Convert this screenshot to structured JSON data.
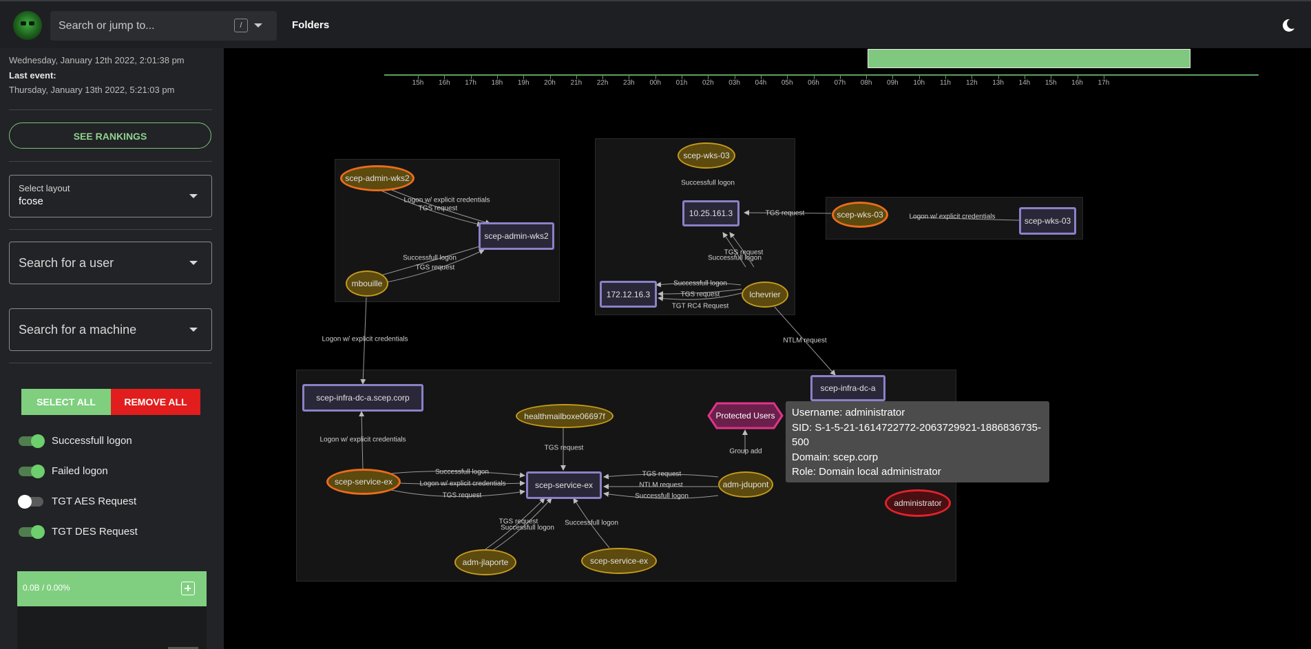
{
  "topbar": {
    "search_placeholder": "Search or jump to...",
    "search_shortcut": "/",
    "folders_label": "Folders"
  },
  "sidebar": {
    "first_event_date": "Wednesday, January 12th 2022, 2:01:38 pm",
    "last_event_label": "Last event:",
    "last_event_date": "Thursday, January 13th 2022, 5:21:03 pm",
    "rankings_button": "SEE RANKINGS",
    "layout": {
      "label": "Select layout",
      "value": "fcose"
    },
    "user_search_placeholder": "Search for a user",
    "machine_search_placeholder": "Search for a machine",
    "select_all": "SELECT ALL",
    "remove_all": "REMOVE ALL",
    "toggles": [
      {
        "label": "Successfull logon",
        "on": true
      },
      {
        "label": "Failed logon",
        "on": true
      },
      {
        "label": "TGT AES Request",
        "on": false
      },
      {
        "label": "TGT DES Request",
        "on": true
      }
    ],
    "usage_text": "0.0B / 0.00%"
  },
  "timeline": {
    "ticks": [
      "15h",
      "16h",
      "17h",
      "18h",
      "19h",
      "20h",
      "21h",
      "22h",
      "23h",
      "00h",
      "01h",
      "02h",
      "03h",
      "04h",
      "05h",
      "06h",
      "07h",
      "08h",
      "09h",
      "10h",
      "11h",
      "12h",
      "13h",
      "14h",
      "15h",
      "16h",
      "17h"
    ],
    "selection_start": 0.552,
    "selection_end": 0.924
  },
  "graph": {
    "nodes": {
      "n_admin_wks2_src": "scep-admin-wks2",
      "n_admin_wks2_dst": "scep-admin-wks2",
      "n_mbouille": "mbouille",
      "n_wks03_top": "scep-wks-03",
      "n_ip1": "10.25.161.3",
      "n_wks03_mid": "scep-wks-03",
      "n_wks03_right": "scep-wks-03",
      "n_ip2": "172.12.16.3",
      "n_lchevrier": "lchevrier",
      "n_infra_dc_full": "scep-infra-dc-a.scep.corp",
      "n_infra_dc": "scep-infra-dc-a",
      "n_healthmailbox": "healthmailboxe06697f",
      "n_protected": "Protected Users",
      "n_service_ex_src": "scep-service-ex",
      "n_service_ex_dst": "scep-service-ex",
      "n_adm_jdupont": "adm-jdupont",
      "n_administrator": "administrator",
      "n_adm_jlaporte": "adm-jlaporte",
      "n_service_ex_bottom": "scep-service-ex"
    },
    "edges": {
      "e1": "Logon w/ explicit credentials",
      "e2": "TGS request",
      "e3": "Successfull logon",
      "e4": "TGS request",
      "e5": "Logon w/ explicit credentials",
      "e6": "Successfull logon",
      "e7": "TGS request",
      "e8": "Logon w/ explicit credentials",
      "e9": "TGS request",
      "e10": "Successfull logon",
      "e11": "Successfull logon",
      "e12": "TGS request",
      "e13": "TGT RC4 Request",
      "e14": "NTLM request",
      "e15": "Logon w/ explicit credentials",
      "e16": "TGS request",
      "e17": "Group add",
      "e18": "Successfull logon",
      "e19": "Logon w/ explicit credentials",
      "e20": "TGS request",
      "e21": "TGS request",
      "e22": "NTLM request",
      "e23": "Successfull logon",
      "e24": "TGS request",
      "e25": "Successfull logon",
      "e26": "Successfull logon"
    }
  },
  "tooltip": {
    "username": "Username: administrator",
    "sid": "SID: S-1-5-21-1614722772-2063729921-1886836735-500",
    "domain": "Domain: scep.corp",
    "role": "Role: Domain local administrator"
  },
  "colors": {
    "accent_green": "#80cf80",
    "danger_red": "#e11d1d",
    "machine_border": "#8a82c8",
    "user_border": "#c49b1e",
    "source_border": "#ea6c1d",
    "admin_border": "#e0222b",
    "group_pink": "#e0348a"
  }
}
